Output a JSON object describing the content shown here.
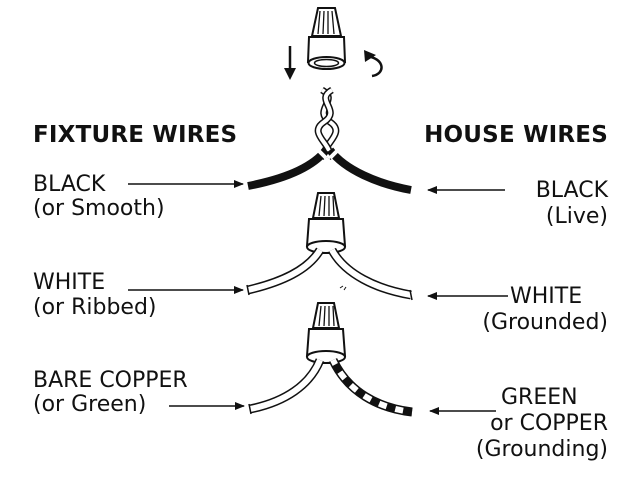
{
  "headings": {
    "fixture": "FIXTURE WIRES",
    "house": "HOUSE WIRES"
  },
  "rows": [
    {
      "left": {
        "line1": "BLACK",
        "line2": "(or Smooth)"
      },
      "right": {
        "line1": "BLACK",
        "line2": "(Live)"
      }
    },
    {
      "left": {
        "line1": "WHITE",
        "line2": "(or Ribbed)"
      },
      "right": {
        "line1": "WHITE",
        "line2": "(Grounded)"
      }
    },
    {
      "left": {
        "line1": "BARE COPPER",
        "line2": "(or Green)"
      },
      "right": {
        "line1": "GREEN",
        "line2": "or COPPER",
        "line3": "(Grounding)"
      }
    }
  ],
  "colors": {
    "ink": "#111111",
    "black_wire": "#111111",
    "white_wire": "#ffffff",
    "copper_wire": "#ffffff"
  },
  "icons": [
    "wire-nut-icon",
    "down-arrow-icon",
    "twist-arrow-icon"
  ]
}
